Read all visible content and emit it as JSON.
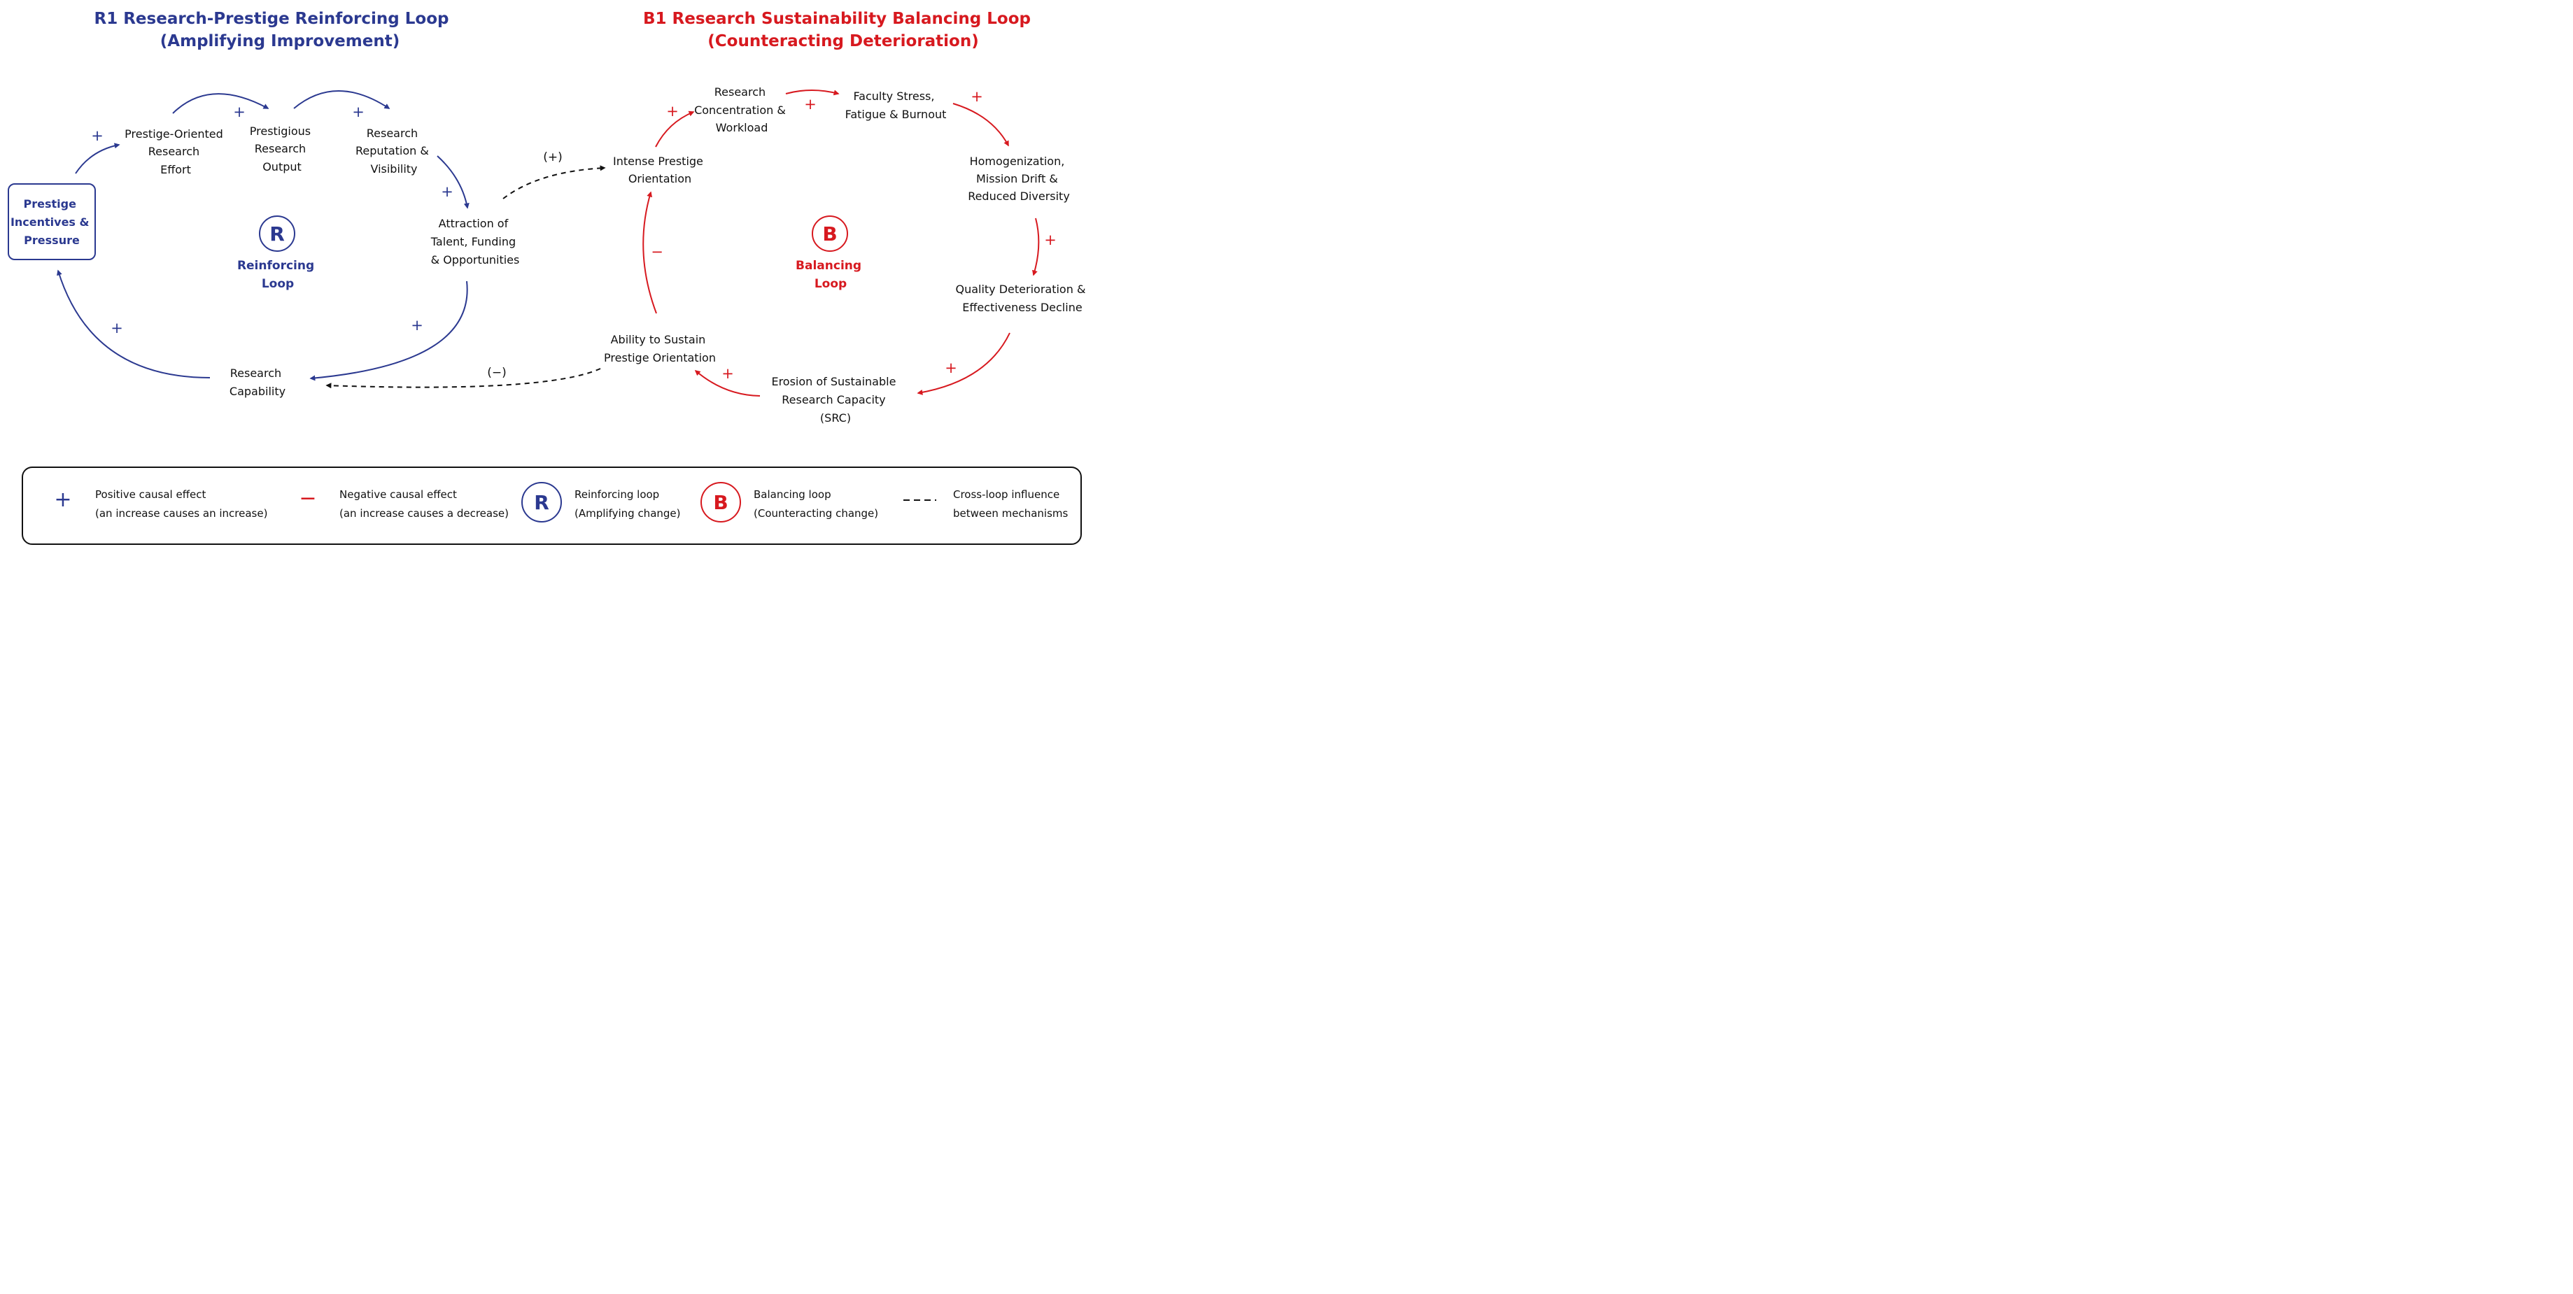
{
  "titles": {
    "r1_line1": "R1  Research-Prestige Reinforcing Loop",
    "r1_line2": "(Amplifying Improvement)",
    "b1_line1": "B1  Research Sustainability Balancing Loop",
    "b1_line2": "(Counteracting Deterioration)"
  },
  "nodes": {
    "prestige_incentives": [
      "Prestige",
      "Incentives &",
      "Pressure"
    ],
    "prestige_effort": [
      "Prestige-Oriented",
      "Research",
      "Effort"
    ],
    "prestigious_output": [
      "Prestigious",
      "Research",
      "Output"
    ],
    "reputation": [
      "Research",
      "Reputation &",
      "Visibility"
    ],
    "attraction": [
      "Attraction of",
      "Talent, Funding",
      "& Opportunities"
    ],
    "capability": [
      "Research",
      "Capability"
    ],
    "intense_prestige": [
      "Intense Prestige",
      "Orientation"
    ],
    "concentration": [
      "Research",
      "Concentration &",
      "Workload"
    ],
    "stress": [
      "Faculty Stress,",
      "Fatigue & Burnout"
    ],
    "homogenization": [
      "Homogenization,",
      "Mission Drift &",
      "Reduced Diversity"
    ],
    "quality": [
      "Quality Deterioration &",
      "Effectiveness Decline"
    ],
    "erosion": [
      "Erosion of Sustainable",
      "Research Capacity",
      "(SRC)"
    ],
    "ability": [
      "Ability to Sustain",
      "Prestige Orientation"
    ]
  },
  "signs": {
    "plus": "+",
    "minus": "−",
    "cross_plus": "(+)",
    "cross_minus": "(−)"
  },
  "loops": {
    "r_letter": "R",
    "r_label": [
      "Reinforcing",
      "Loop"
    ],
    "b_letter": "B",
    "b_label": [
      "Balancing",
      "Loop"
    ]
  },
  "legend": {
    "positive": [
      "Positive causal effect",
      "(an increase causes an increase)"
    ],
    "negative": [
      "Negative causal effect",
      "(an increase causes a decrease)"
    ],
    "reinforcing": [
      "Reinforcing loop",
      "(Amplifying change)"
    ],
    "balancing": [
      "Balancing loop",
      "(Counteracting change)"
    ],
    "cross": [
      "Cross-loop influence",
      "between mechanisms"
    ]
  },
  "colors": {
    "blue": "#2b3990",
    "red": "#d7191f",
    "black": "#111111"
  }
}
